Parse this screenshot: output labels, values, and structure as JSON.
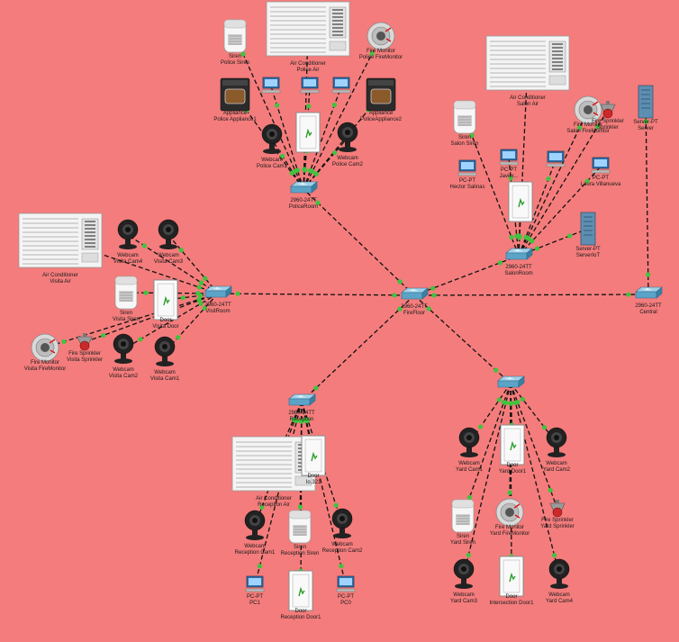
{
  "colors": {
    "background": "#f47c7c",
    "link": "#111111",
    "port_dot": "#3ec43e",
    "switch": "#5ba3c7"
  },
  "nodes": [
    {
      "id": "sw_main",
      "type": "switch",
      "lines": [
        "2960-24TT",
        "FireFloor"
      ]
    },
    {
      "id": "sw_central",
      "type": "switch",
      "lines": [
        "2960-24TT",
        "Central"
      ]
    },
    {
      "id": "sw_police",
      "type": "switch",
      "lines": [
        "2960-24TT",
        "PoliceRoom"
      ]
    },
    {
      "id": "sw_salon",
      "type": "switch",
      "lines": [
        "2960-24TT",
        "SalonRoom"
      ]
    },
    {
      "id": "sw_visit",
      "type": "switch",
      "lines": [
        "2960-24TT",
        "VisitRoom"
      ]
    },
    {
      "id": "sw_reception",
      "type": "switch",
      "lines": [
        "2960-24TT",
        "Reception"
      ]
    },
    {
      "id": "sw_yard",
      "type": "switch",
      "lines": []
    },
    {
      "id": "p_siren",
      "type": "siren",
      "lines": [
        "Siren",
        "Police Siren"
      ]
    },
    {
      "id": "p_ac",
      "type": "ac_big",
      "lines": [
        "Air Conditioner",
        "Police Air"
      ]
    },
    {
      "id": "p_fm",
      "type": "firemonitor",
      "lines": [
        "Fire Monitor",
        "Police FireMonitor"
      ]
    },
    {
      "id": "p_app1",
      "type": "appliance",
      "lines": [
        "Appliance",
        "Police Appliance1"
      ]
    },
    {
      "id": "p_app2",
      "type": "appliance",
      "lines": [
        "Appliance",
        "PoliceAppliance2"
      ]
    },
    {
      "id": "p_pc1",
      "type": "pc",
      "lines": []
    },
    {
      "id": "p_pc2",
      "type": "pc",
      "lines": []
    },
    {
      "id": "p_pc3",
      "type": "pc",
      "lines": []
    },
    {
      "id": "p_door",
      "type": "door",
      "lines": []
    },
    {
      "id": "p_cam1",
      "type": "webcam",
      "lines": [
        "Webcam",
        "Police Cam1"
      ]
    },
    {
      "id": "p_cam2",
      "type": "webcam",
      "lines": [
        "Webcam",
        "Police Cam2"
      ]
    },
    {
      "id": "s_ac",
      "type": "ac_big",
      "lines": [
        "Air Conditioner",
        "Salon Air"
      ]
    },
    {
      "id": "s_siren",
      "type": "siren",
      "lines": [
        "Siren",
        "Salon Siren"
      ]
    },
    {
      "id": "s_fm",
      "type": "firemonitor",
      "lines": [
        "Fire Monitor",
        "Salon FireMonitor"
      ]
    },
    {
      "id": "s_spr",
      "type": "sprinkler",
      "lines": [
        "Fire Sprinkler",
        "Sprinkler"
      ]
    },
    {
      "id": "s_pc_hector",
      "type": "pc",
      "lines": [
        "PC-PT",
        "Hector Salinas"
      ]
    },
    {
      "id": "s_pc_javier",
      "type": "pc",
      "lines": [
        "PC-PT",
        "Javier..."
      ]
    },
    {
      "id": "s_pc_3",
      "type": "pc",
      "lines": []
    },
    {
      "id": "s_pc_laura",
      "type": "pc",
      "lines": [
        "PC-PT",
        "Laura Villanueva"
      ]
    },
    {
      "id": "s_door",
      "type": "door",
      "lines": []
    },
    {
      "id": "s_srv",
      "type": "server",
      "lines": [
        "Server-PT",
        "ServerIoT"
      ]
    },
    {
      "id": "c_srv",
      "type": "server",
      "lines": [
        "Server-PT",
        "Server"
      ]
    },
    {
      "id": "v_ac",
      "type": "ac_big",
      "lines": [
        "Air Conditioner",
        "Visita Air"
      ]
    },
    {
      "id": "v_cam_a",
      "type": "webcam",
      "lines": [
        "Webcam",
        "Visita Cam4"
      ]
    },
    {
      "id": "v_cam_b",
      "type": "webcam",
      "lines": [
        "Webcam",
        "Visita Cam3"
      ]
    },
    {
      "id": "v_siren",
      "type": "siren",
      "lines": [
        "Siren",
        "Visita Siren"
      ]
    },
    {
      "id": "v_door",
      "type": "door",
      "lines": [
        "Door",
        "Visita Door"
      ]
    },
    {
      "id": "v_fm",
      "type": "firemonitor",
      "lines": [
        "Fire Monitor",
        "Visita FireMonitor"
      ]
    },
    {
      "id": "v_spr",
      "type": "sprinkler",
      "lines": [
        "Fire Sprinkler",
        "Visita Sprinkler"
      ]
    },
    {
      "id": "v_cam2",
      "type": "webcam",
      "lines": [
        "Webcam",
        "Visita Cam2"
      ]
    },
    {
      "id": "v_cam1",
      "type": "webcam",
      "lines": [
        "Webcam",
        "Visita Cam1"
      ]
    },
    {
      "id": "r_ac",
      "type": "ac_big",
      "lines": [
        "Air Conditioner",
        "Reception Air"
      ]
    },
    {
      "id": "r_door2",
      "type": "door",
      "lines": [
        "Door",
        "Io.321"
      ]
    },
    {
      "id": "r_cam1",
      "type": "webcam",
      "lines": [
        "Webcam",
        "Reception Cam1"
      ]
    },
    {
      "id": "r_siren",
      "type": "siren",
      "lines": [
        "Siren",
        "Reception Siren"
      ]
    },
    {
      "id": "r_cam2",
      "type": "webcam",
      "lines": [
        "Webcam",
        "Reception Cam2"
      ]
    },
    {
      "id": "r_pc1",
      "type": "pc",
      "lines": [
        "PC-PT",
        "PC1"
      ]
    },
    {
      "id": "r_door1",
      "type": "door",
      "lines": [
        "Door",
        "Reception Door1"
      ]
    },
    {
      "id": "r_pc0",
      "type": "pc",
      "lines": [
        "PC-PT",
        "PC0"
      ]
    },
    {
      "id": "y_cam1",
      "type": "webcam",
      "lines": [
        "Webcam",
        "Yard Cam1"
      ]
    },
    {
      "id": "y_door1",
      "type": "door",
      "lines": [
        "Door",
        "Yard Door1"
      ]
    },
    {
      "id": "y_cam2",
      "type": "webcam",
      "lines": [
        "Webcam",
        "Yard Cam2"
      ]
    },
    {
      "id": "y_siren",
      "type": "siren",
      "lines": [
        "Siren",
        "Yard Siren"
      ]
    },
    {
      "id": "y_fm",
      "type": "firemonitor",
      "lines": [
        "Fire Monitor",
        "Yard FireMonitor"
      ]
    },
    {
      "id": "y_spr",
      "type": "sprinkler",
      "lines": [
        "Fire Sprinkler",
        "Yard Sprinkler"
      ]
    },
    {
      "id": "y_cam3",
      "type": "webcam",
      "lines": [
        "Webcam",
        "Yard Cam3"
      ]
    },
    {
      "id": "y_door2",
      "type": "door",
      "lines": [
        "Door",
        "Intersection Door1"
      ]
    },
    {
      "id": "y_cam4",
      "type": "webcam",
      "lines": [
        "Webcam",
        "Yard Cam4"
      ]
    }
  ],
  "links": [
    [
      "sw_main",
      "sw_central"
    ],
    [
      "sw_main",
      "sw_police"
    ],
    [
      "sw_main",
      "sw_salon"
    ],
    [
      "sw_main",
      "sw_visit"
    ],
    [
      "sw_main",
      "sw_reception"
    ],
    [
      "sw_main",
      "sw_yard"
    ],
    [
      "sw_police",
      "p_siren"
    ],
    [
      "sw_police",
      "p_ac"
    ],
    [
      "sw_police",
      "p_fm"
    ],
    [
      "sw_police",
      "p_app1"
    ],
    [
      "sw_police",
      "p_app2"
    ],
    [
      "sw_police",
      "p_pc1"
    ],
    [
      "sw_police",
      "p_pc2"
    ],
    [
      "sw_police",
      "p_pc3"
    ],
    [
      "sw_police",
      "p_door"
    ],
    [
      "sw_police",
      "p_cam1"
    ],
    [
      "sw_police",
      "p_cam2"
    ],
    [
      "sw_salon",
      "s_ac"
    ],
    [
      "sw_salon",
      "s_siren"
    ],
    [
      "sw_salon",
      "s_fm"
    ],
    [
      "sw_salon",
      "s_spr"
    ],
    [
      "sw_salon",
      "s_pc_javier"
    ],
    [
      "sw_salon",
      "s_pc_3"
    ],
    [
      "sw_salon",
      "s_pc_laura"
    ],
    [
      "sw_salon",
      "s_door"
    ],
    [
      "sw_salon",
      "s_srv"
    ],
    [
      "sw_central",
      "c_srv"
    ],
    [
      "sw_visit",
      "v_ac"
    ],
    [
      "sw_visit",
      "v_cam_a"
    ],
    [
      "sw_visit",
      "v_cam_b"
    ],
    [
      "sw_visit",
      "v_siren"
    ],
    [
      "sw_visit",
      "v_door"
    ],
    [
      "sw_visit",
      "v_fm"
    ],
    [
      "sw_visit",
      "v_spr"
    ],
    [
      "sw_visit",
      "v_cam2"
    ],
    [
      "sw_visit",
      "v_cam1"
    ],
    [
      "sw_reception",
      "r_ac"
    ],
    [
      "sw_reception",
      "r_door2"
    ],
    [
      "sw_reception",
      "r_cam1"
    ],
    [
      "sw_reception",
      "r_siren"
    ],
    [
      "sw_reception",
      "r_cam2"
    ],
    [
      "sw_reception",
      "r_pc1"
    ],
    [
      "sw_reception",
      "r_door1"
    ],
    [
      "sw_reception",
      "r_pc0"
    ],
    [
      "sw_yard",
      "y_cam1"
    ],
    [
      "sw_yard",
      "y_door1"
    ],
    [
      "sw_yard",
      "y_cam2"
    ],
    [
      "sw_yard",
      "y_siren"
    ],
    [
      "sw_yard",
      "y_fm"
    ],
    [
      "sw_yard",
      "y_spr"
    ],
    [
      "sw_yard",
      "y_cam3"
    ],
    [
      "sw_yard",
      "y_door2"
    ],
    [
      "sw_yard",
      "y_cam4"
    ]
  ]
}
